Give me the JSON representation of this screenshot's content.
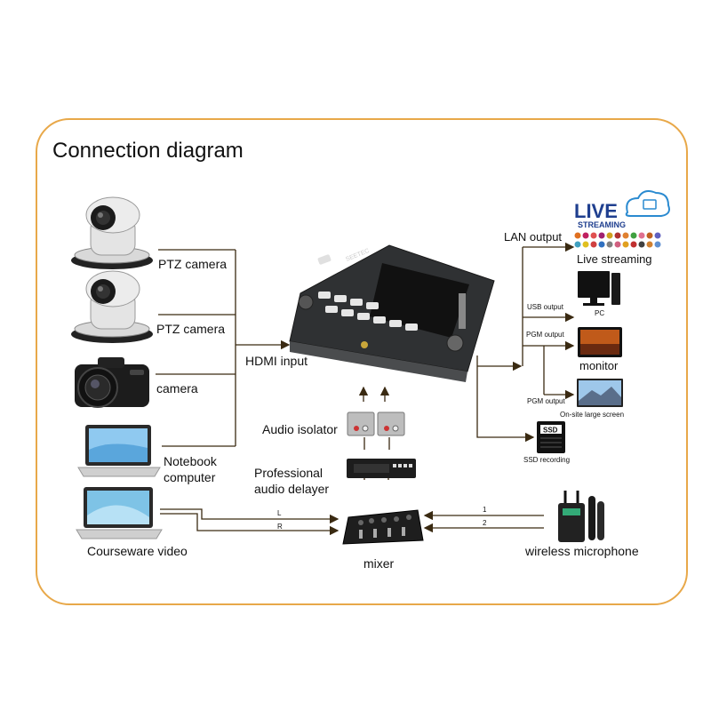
{
  "title": "Connection diagram",
  "inputs": {
    "ptz1": "PTZ camera",
    "ptz2": "PTZ camera",
    "camera": "camera",
    "notebook": "Notebook\ncomputer",
    "courseware": "Courseware video"
  },
  "hdmi_input": "HDMI input",
  "audio": {
    "isolator": "Audio isolator",
    "delayer": "Professional\naudio delayer",
    "mixer": "mixer",
    "ch_left": "L",
    "ch_right": "R",
    "mic_ch1": "1",
    "mic_ch2": "2",
    "wireless_mic": "wireless microphone"
  },
  "outputs": {
    "lan": "LAN output",
    "live_streaming": "Live streaming",
    "live_logo_top": "LIVE",
    "live_logo_bottom": "STREAMING",
    "usb": "USB output",
    "pc": "PC",
    "pgm1": "PGM output",
    "monitor": "monitor",
    "pgm2": "PGM output",
    "large_screen": "On-site large screen",
    "ssd_badge": "SSD",
    "ssd": "SSD recording"
  },
  "device_brand": "SEETEC",
  "colors": {
    "frame": "#e8a849",
    "wire": "#3a2a12",
    "live_blue": "#1f3f8f",
    "live_cyan": "#2a8ad0"
  }
}
